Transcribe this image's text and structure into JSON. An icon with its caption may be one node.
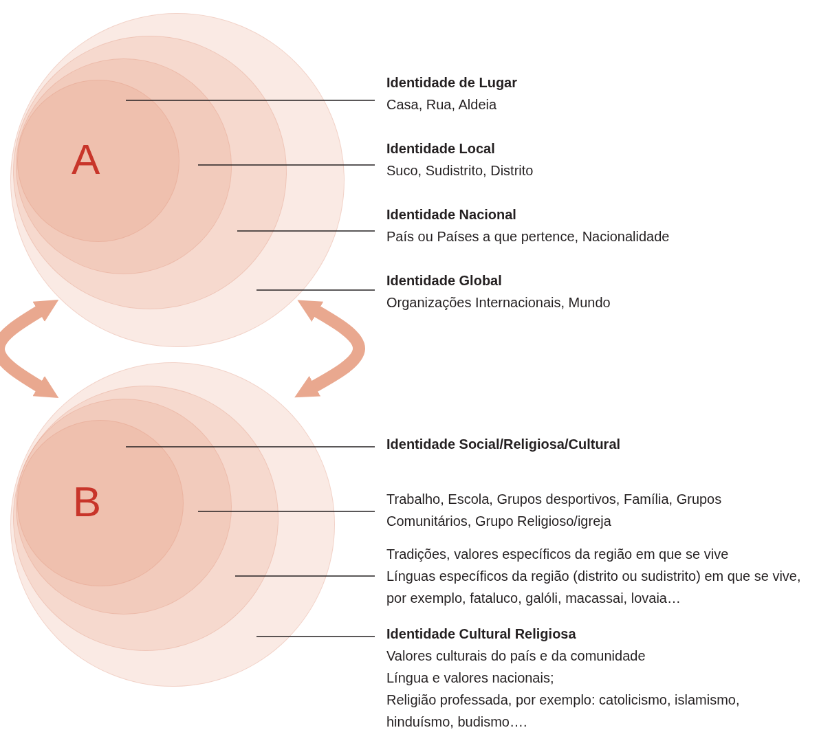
{
  "diagram": {
    "nodes": [
      {
        "text": [],
        "shape": "circle"
      },
      {
        "text": [],
        "shape": "circle",
        "in": 0
      },
      {
        "text": [],
        "shape": "circle",
        "in": 1
      },
      {
        "text": [
          "A"
        ],
        "in": 2
      },
      {
        "text": [
          "Identidade de Lugar",
          "Casa, Rua, Aldeia"
        ]
      },
      {
        "text": [
          "Identidade Local",
          "Suco, Sudistrito, Distrito"
        ]
      },
      {
        "text": [
          "Identidade Nacional",
          "País ou Países a que pertence, Nacionalidade"
        ]
      },
      {
        "text": [
          "Identidade Global",
          "Organizações Internacionais, Mundo"
        ]
      },
      {
        "text": [],
        "shape": "circle"
      },
      {
        "text": [],
        "shape": "circle",
        "in": 8
      },
      {
        "text": [],
        "shape": "circle",
        "in": 9
      },
      {
        "text": [
          "B"
        ],
        "in": 10
      },
      {
        "text": [
          "Identidade Social/Religiosa/Cultural"
        ]
      },
      {
        "text": [
          "Trabalho, Escola, Grupos desportivos, Família, Grupos Comunitários, Grupo Religioso/igreja"
        ]
      },
      {
        "text": [
          "Tradições, valores específicos da região em que se vive",
          "Línguas específicos da região (distrito ou sudistrito) em que se vive, por exemplo, fataluco, galóli, macassai, lovaia…"
        ]
      },
      {
        "text": [
          "Identidade Cultural Religiosa",
          "Valores culturais do país e da comunidade",
          "Língua e valores nacionais;",
          "Religião professada, por exemplo: catolicismo, islamismo, hinduísmo, budismo…."
        ]
      }
    ],
    "edges": [
      {
        "from": 4,
        "to": 3,
        "arrow": "none"
      },
      {
        "from": 5,
        "to": 2,
        "arrow": "none"
      },
      {
        "from": 6,
        "to": 1,
        "arrow": "none"
      },
      {
        "from": 7,
        "to": 0,
        "arrow": "none"
      },
      {
        "from": 12,
        "to": 11,
        "arrow": "none"
      },
      {
        "from": 13,
        "to": 10,
        "arrow": "none"
      },
      {
        "from": 14,
        "to": 9,
        "arrow": "none"
      },
      {
        "from": 15,
        "to": 8,
        "arrow": "none"
      },
      {
        "from": 0,
        "to": 8,
        "arrow": "both",
        "style": "thick",
        "color": "#e9a88f"
      },
      {
        "from": 0,
        "to": 8,
        "arrow": "both",
        "style": "thick",
        "color": "#e9a88f"
      }
    ]
  }
}
